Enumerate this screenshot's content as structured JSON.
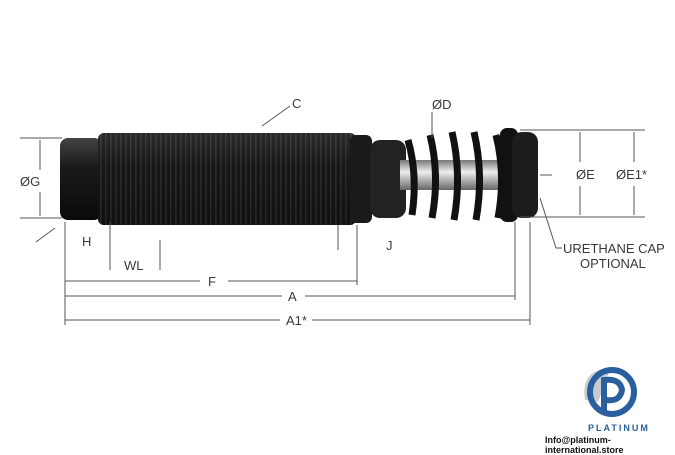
{
  "diagram": {
    "labels": {
      "c": "C",
      "d": "ØD",
      "g": "ØG",
      "e": "ØE",
      "e1": "ØE1*",
      "h": "H",
      "wl": "WL",
      "j": "J",
      "f": "F",
      "a": "A",
      "a1": "A1*",
      "cap_line1": "URETHANE CAP",
      "cap_line2": "OPTIONAL"
    }
  },
  "watermark": {
    "brand": "PLATINUM",
    "email": "Info@platinum-international.store",
    "colors": {
      "blue": "#2a5f9e",
      "grey": "#c8ccd0"
    }
  }
}
